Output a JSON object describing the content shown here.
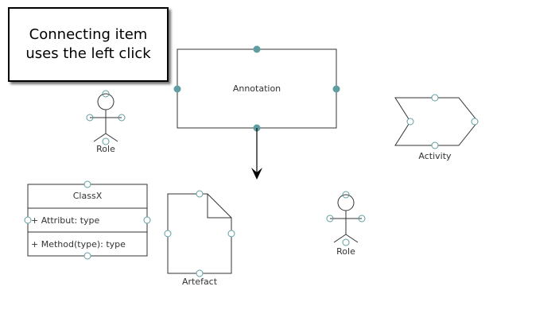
{
  "callout": {
    "line1": "Connecting item",
    "line2": "uses the left click"
  },
  "annotation": {
    "label": "Annotation"
  },
  "activity": {
    "label": "Activity"
  },
  "roles": [
    {
      "label": "Role"
    },
    {
      "label": "Role"
    }
  ],
  "class_box": {
    "name": "ClassX",
    "attribute": "+ Attribut: type",
    "method": "+ Method(type): type"
  },
  "artefact": {
    "label": "Artefact"
  },
  "colors": {
    "connector_filled": "#5f9ea0",
    "connector_outline": "#5f9ea0",
    "stroke": "#333333"
  }
}
